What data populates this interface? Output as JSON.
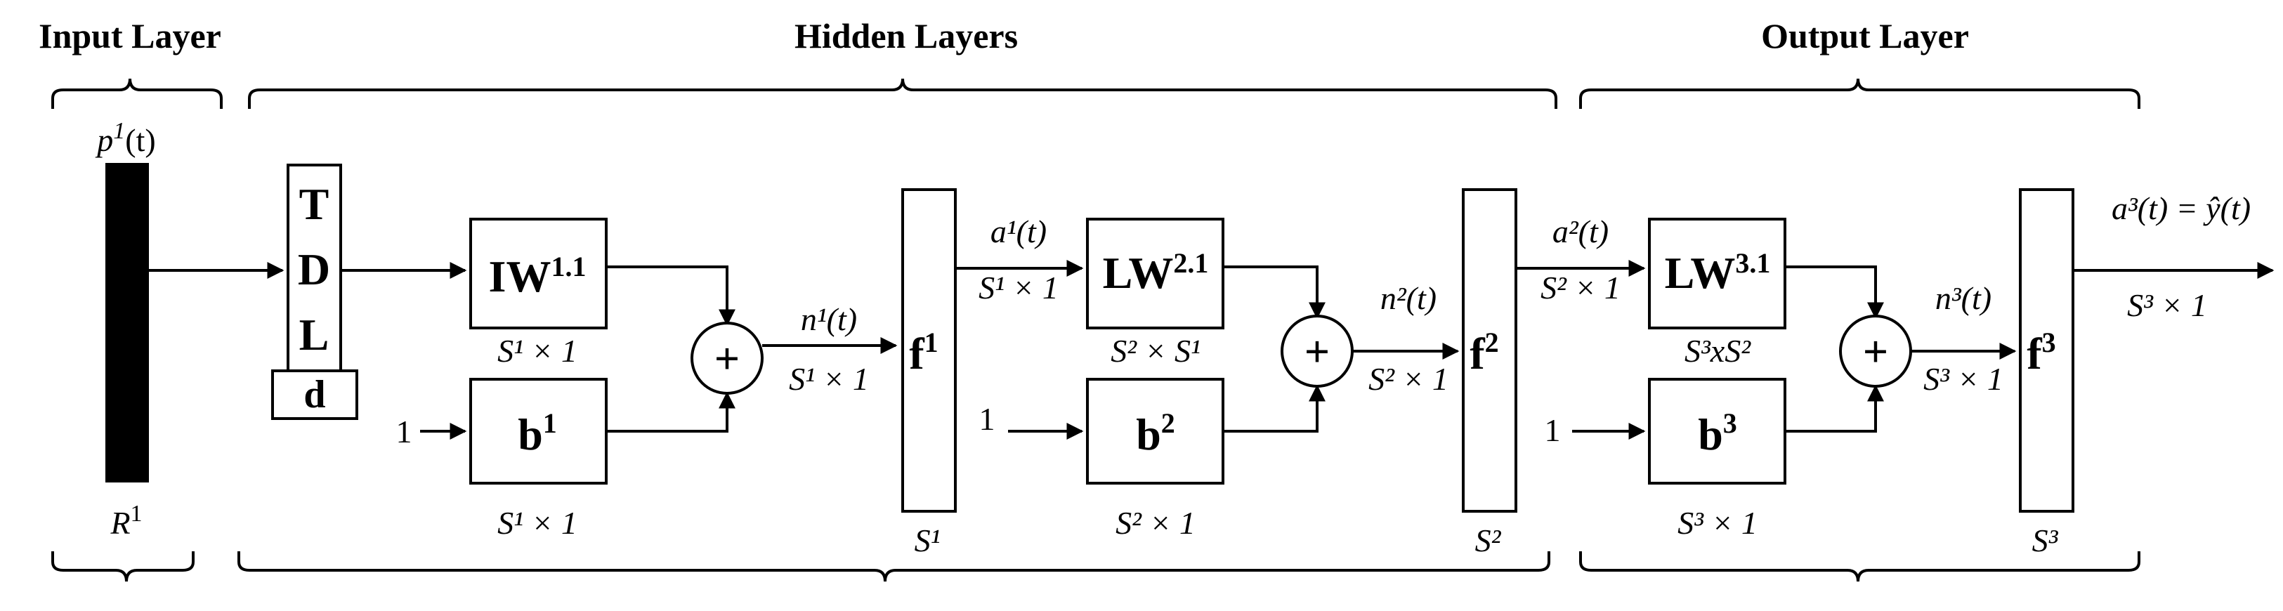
{
  "headers": {
    "input": "Input Layer",
    "hidden": "Hidden Layers",
    "output": "Output Layer"
  },
  "input": {
    "top_label": "p",
    "top_label_sup": "1",
    "top_label_arg": "(t)",
    "bottom_label": "R",
    "bottom_label_sup": "1"
  },
  "tdl": {
    "letters": [
      "T",
      "D",
      "L"
    ],
    "delay": "d"
  },
  "layer1": {
    "iw_main": "IW",
    "iw_sup": "1.1",
    "iw_dim": "S¹ × 1",
    "bias_input": "1",
    "b_main": "b",
    "b_sup": "1",
    "b_dim": "S¹ × 1",
    "sum_symbol": "+",
    "n_label": "n¹(t)",
    "n_dim": "S¹ × 1",
    "f_main": "f",
    "f_sup": "1",
    "f_dim": "S¹"
  },
  "layer2": {
    "a_in": "a¹(t)",
    "a_in_dim": "S¹ × 1",
    "lw_main": "LW",
    "lw_sup": "2.1",
    "lw_dim": "S² × S¹",
    "bias_input": "1",
    "b_main": "b",
    "b_sup": "2",
    "b_dim": "S² × 1",
    "sum_symbol": "+",
    "n_label": "n²(t)",
    "n_dim": "S² × 1",
    "f_main": "f",
    "f_sup": "2",
    "f_dim": "S²"
  },
  "layer3": {
    "a_in": "a²(t)",
    "a_in_dim": "S² × 1",
    "lw_main": "LW",
    "lw_sup": "3.1",
    "lw_dim": "S³xS²",
    "bias_input": "1",
    "b_main": "b",
    "b_sup": "3",
    "b_dim": "S³ × 1",
    "sum_symbol": "+",
    "n_label": "n³(t)",
    "n_dim": "S³ × 1",
    "f_main": "f",
    "f_sup": "3",
    "f_dim": "S³"
  },
  "output": {
    "label": "a³(t) = ŷ(t)",
    "dim": "S³ × 1"
  }
}
